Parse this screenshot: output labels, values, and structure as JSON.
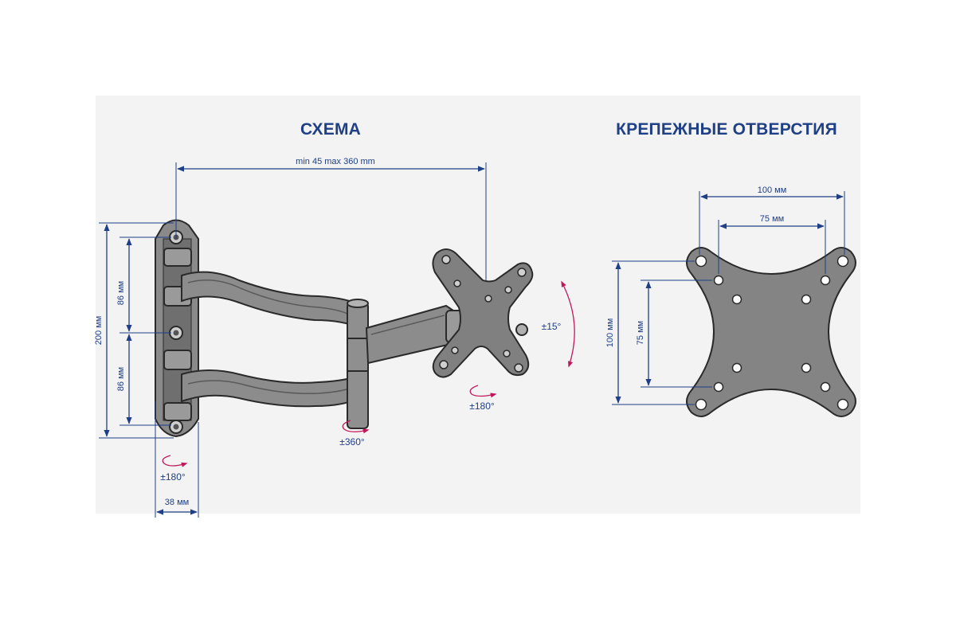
{
  "titles": {
    "scheme": "СХЕМА",
    "holes": "КРЕПЕЖНЫЕ ОТВЕРСТИЯ"
  },
  "dimensions": {
    "reach": "min 45 max 360 mm",
    "height_total": "200 мм",
    "height_upper": "86 мм",
    "height_lower": "86 мм",
    "depth": "38 мм",
    "vesa_outer_w": "100 мм",
    "vesa_inner_w": "75 мм",
    "vesa_outer_h": "100 мм",
    "vesa_inner_h": "75 мм"
  },
  "rotations": {
    "tilt": "±15°",
    "swivel_head": "±180°",
    "swivel_middle": "±360°",
    "swivel_wall": "±180°"
  },
  "colors": {
    "dimension": "#1f3f86",
    "rotation_arrow": "#c2185b",
    "metal": "#7c7c7c",
    "outline": "#2a2a2a"
  }
}
